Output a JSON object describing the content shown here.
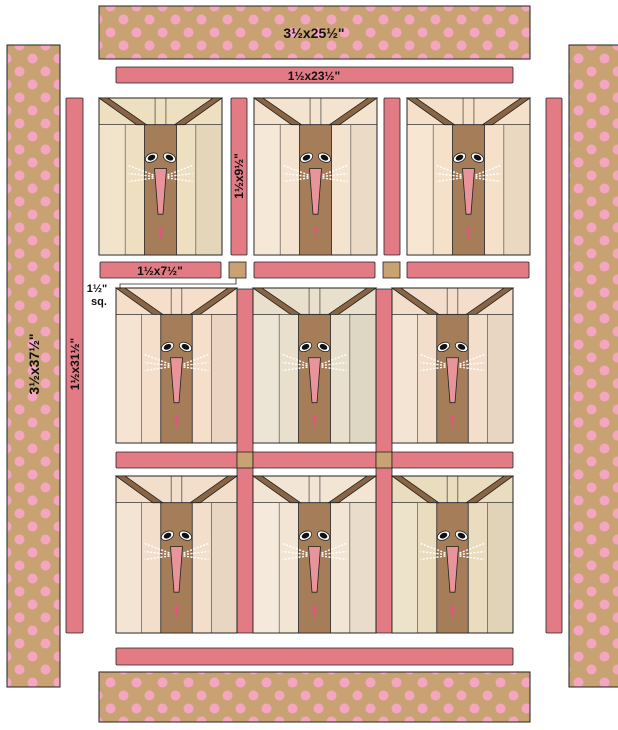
{
  "labels": {
    "top_border": "3½x25½\"",
    "inner_top_sashing": "1½x23½\"",
    "left_border": "3½x37½\"",
    "left_inner_sashing": "1½x31½\"",
    "vertical_sashing_short": "1½x9½\"",
    "horizontal_sashing_short": "1½x7½\"",
    "cornerstone_size": "1½\"",
    "cornerstone_unit": "sq."
  },
  "colors": {
    "polka_background": "#c9a273",
    "polka_dot": "#f4a6c1",
    "sashing": "#e37b85",
    "cornerstone": "#c9a273",
    "bunny_body": "#a57d59",
    "bunny_ear": "#8a6543",
    "nose": "#e8949a",
    "eye": "#111111",
    "whisker": "#ffffff",
    "outline": "#222222",
    "backgrounds": [
      "#eedfc0",
      "#f4e3cf",
      "#f5e1c9",
      "#f5deca",
      "#e8e0cc",
      "#f2deca",
      "#f2deca",
      "#f3e5d4",
      "#eadcbf"
    ]
  }
}
